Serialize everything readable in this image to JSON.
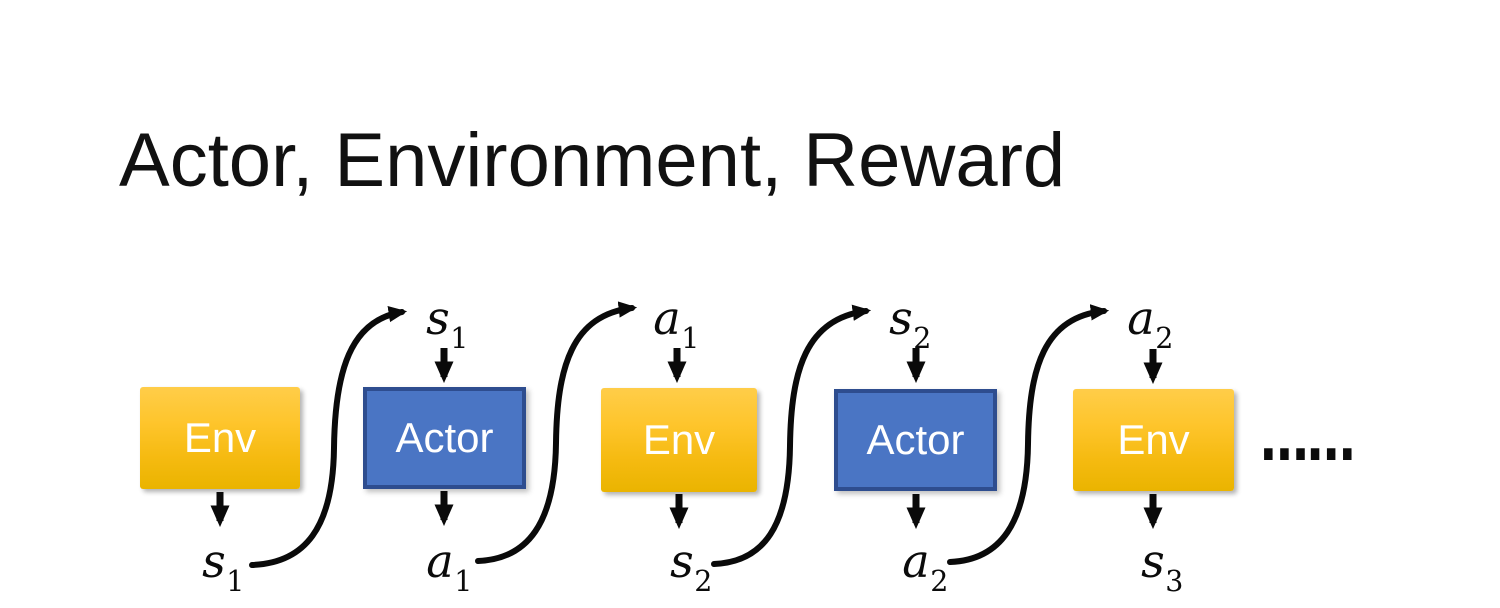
{
  "slide": {
    "title": "Actor, Environment, Reward",
    "ellipsis": "……"
  },
  "diagram": {
    "boxes": [
      {
        "label": "Env",
        "type": "env"
      },
      {
        "label": "Actor",
        "type": "actor"
      },
      {
        "label": "Env",
        "type": "env"
      },
      {
        "label": "Actor",
        "type": "actor"
      },
      {
        "label": "Env",
        "type": "env"
      }
    ],
    "top_labels": [
      {
        "base": "s",
        "sub": "1"
      },
      {
        "base": "a",
        "sub": "1"
      },
      {
        "base": "s",
        "sub": "2"
      },
      {
        "base": "a",
        "sub": "2"
      }
    ],
    "bottom_labels": [
      {
        "base": "s",
        "sub": "1"
      },
      {
        "base": "a",
        "sub": "1"
      },
      {
        "base": "s",
        "sub": "2"
      },
      {
        "base": "a",
        "sub": "2"
      },
      {
        "base": "s",
        "sub": "3"
      }
    ],
    "flow_description": "Env outputs state to Actor, Actor outputs action to Env, repeating",
    "colors": {
      "env_fill_top": "#ffcd49",
      "env_fill_bottom": "#eab400",
      "actor_fill": "#4a75c4",
      "actor_border": "#2e4d8f",
      "arrow": "#0a0a0a",
      "text_on_box": "#ffffff",
      "title_text": "#111111",
      "background": "#ffffff"
    }
  }
}
